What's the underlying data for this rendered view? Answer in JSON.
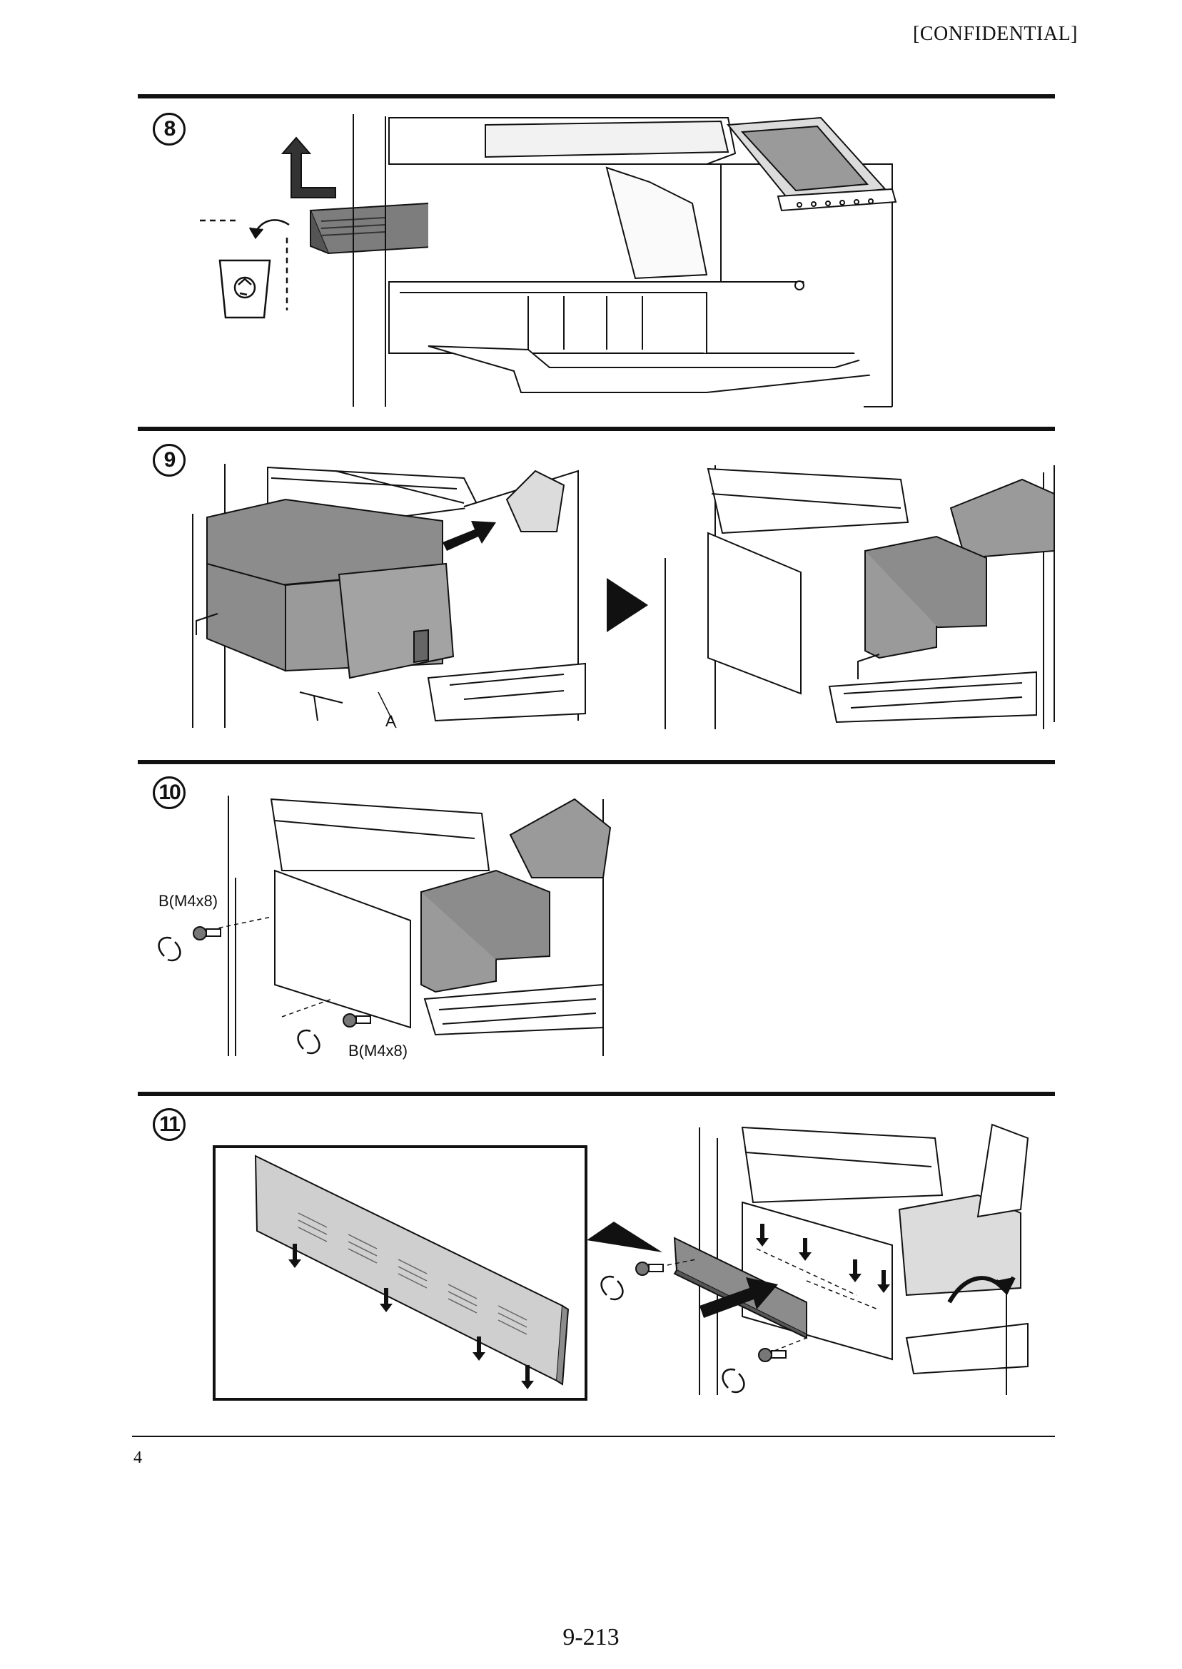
{
  "header": {
    "confidential_label": "[CONFIDENTIAL]"
  },
  "steps": [
    {
      "number": "8"
    },
    {
      "number": "9",
      "callout": "A"
    },
    {
      "number": "10",
      "screw_label_1": "B(M4x8)",
      "screw_label_2": "B(M4x8)"
    },
    {
      "number": "11"
    }
  ],
  "page_number": "4",
  "footer": {
    "section_page": "9-213"
  },
  "icons": [
    "lift-arrow-icon",
    "discard-arrow-icon",
    "recycle-bin-icon",
    "play-triangle-icon",
    "screw-rotate-icon",
    "push-arrow-icon",
    "flip-arrow-icon"
  ]
}
